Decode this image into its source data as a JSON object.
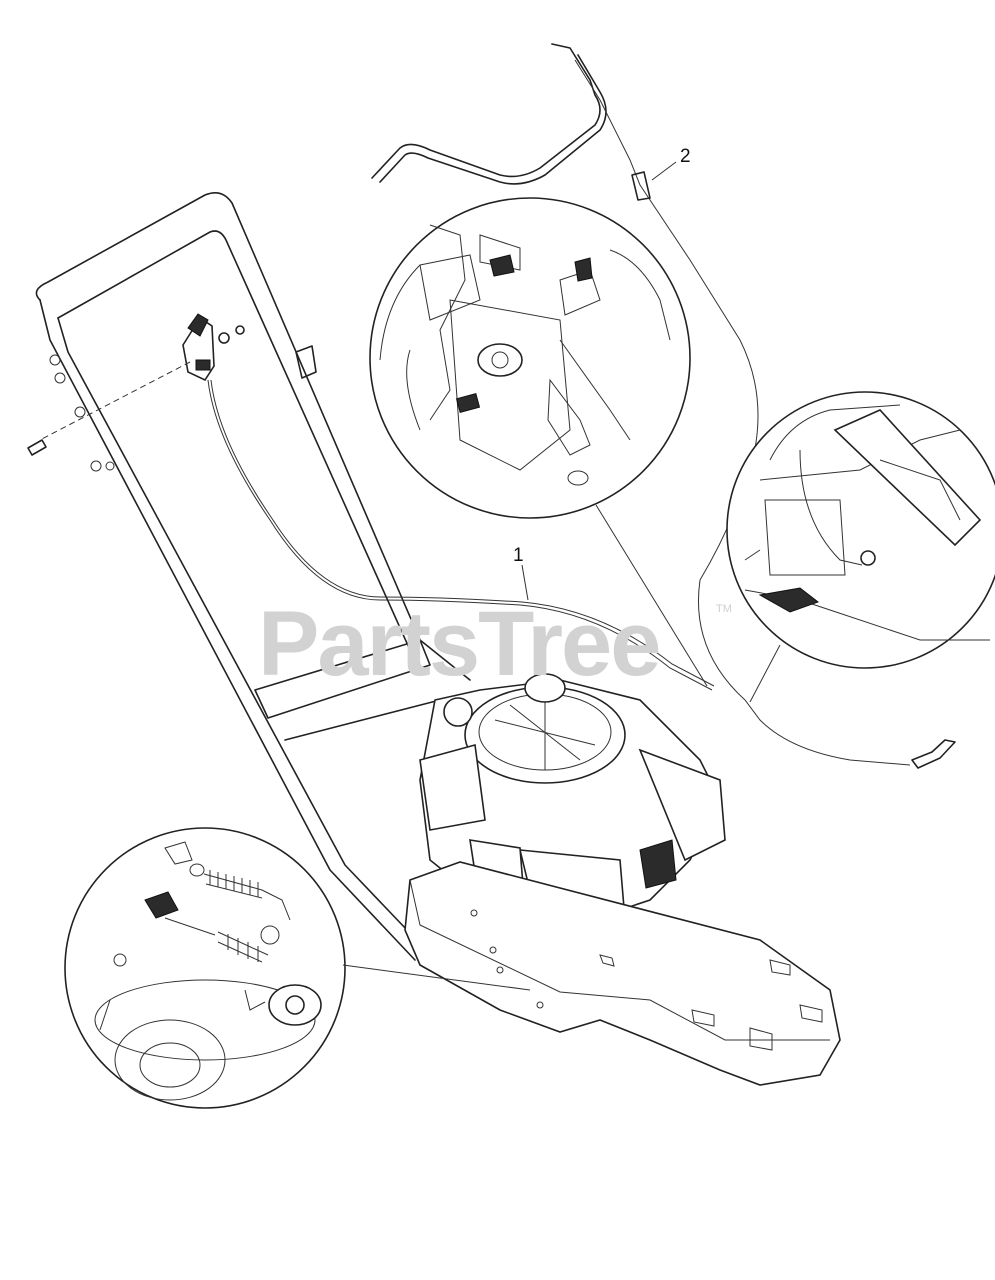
{
  "watermark": {
    "text": "PartsTree",
    "trademark": "TM"
  },
  "callouts": [
    {
      "id": "1",
      "label": "1"
    },
    {
      "id": "2",
      "label": "2"
    }
  ],
  "detail_views": [
    "carburetor-detail",
    "engine-cable-clip-detail",
    "drive-spring-detail"
  ],
  "colors": {
    "line": "#222222",
    "watermark": "#d2d2d2",
    "background": "#ffffff"
  }
}
